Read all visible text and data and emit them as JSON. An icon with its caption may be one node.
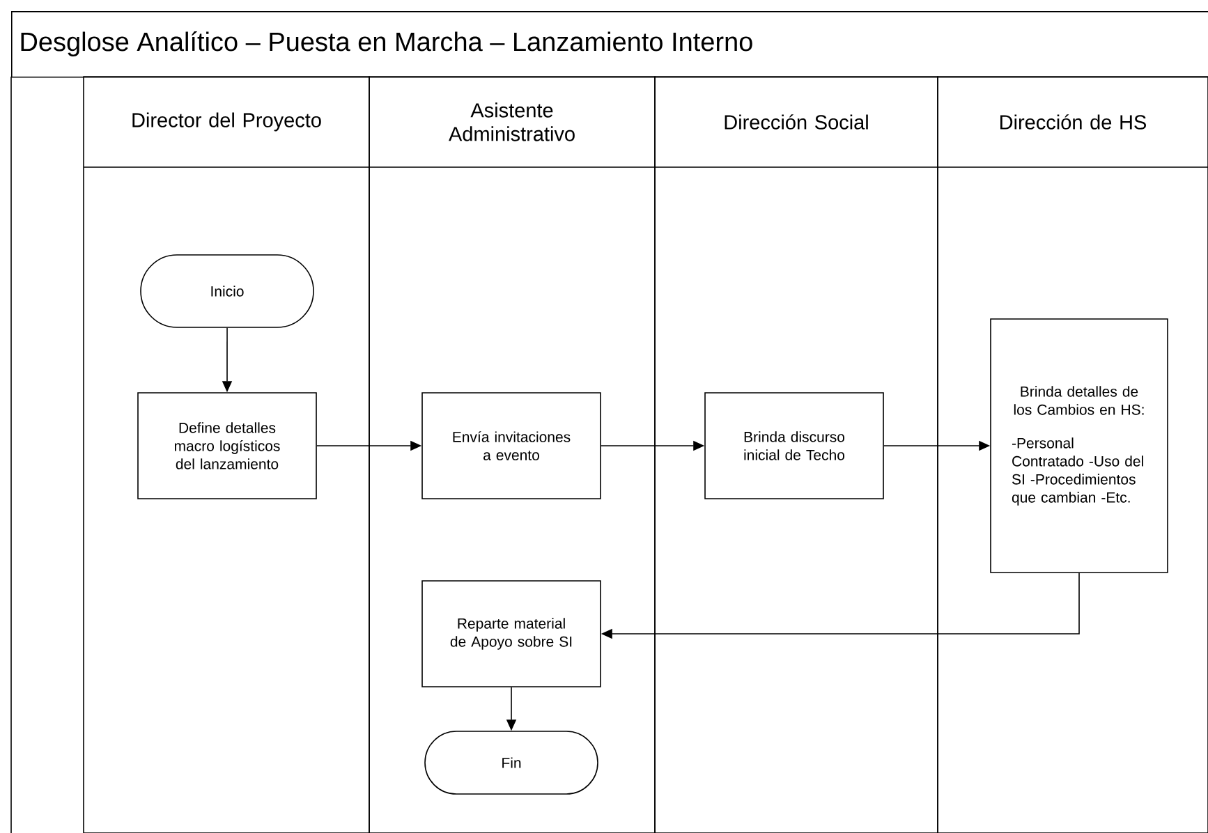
{
  "diagram": {
    "title": "Desglose Analítico – Puesta en Marcha – Lanzamiento Interno",
    "nodes": [
      {
        "text": [
          "Director del Proyecto"
        ]
      },
      {
        "text": [
          "Asistente Administrativo"
        ]
      },
      {
        "text": [
          "Dirección Social"
        ]
      },
      {
        "text": [
          "Dirección de HS"
        ]
      },
      {
        "text": [
          "Inicio"
        ],
        "in": 0
      },
      {
        "text": [
          "Define detalles macro logísticos del lanzamiento"
        ],
        "in": 0
      },
      {
        "text": [
          "Envía invitaciones a evento"
        ],
        "in": 1
      },
      {
        "text": [
          "Brinda discurso inicial de Techo"
        ],
        "in": 2
      },
      {
        "text": [
          "Brinda detalles de los Cambios en HS:",
          "-Personal Contratado -Uso del SI -Procedimientos que cambian -Etc."
        ],
        "in": 3
      },
      {
        "text": [
          "Reparte material de Apoyo sobre SI"
        ],
        "in": 1
      },
      {
        "text": [
          "Fin"
        ],
        "in": 1
      }
    ],
    "edges": [
      {
        "from": 4,
        "to": 5,
        "arrow": "to"
      },
      {
        "from": 5,
        "to": 6,
        "arrow": "to"
      },
      {
        "from": 6,
        "to": 7,
        "arrow": "to"
      },
      {
        "from": 7,
        "to": 8,
        "arrow": "to"
      },
      {
        "from": 8,
        "to": 9,
        "arrow": "to"
      },
      {
        "from": 9,
        "to": 10,
        "arrow": "to"
      }
    ]
  }
}
